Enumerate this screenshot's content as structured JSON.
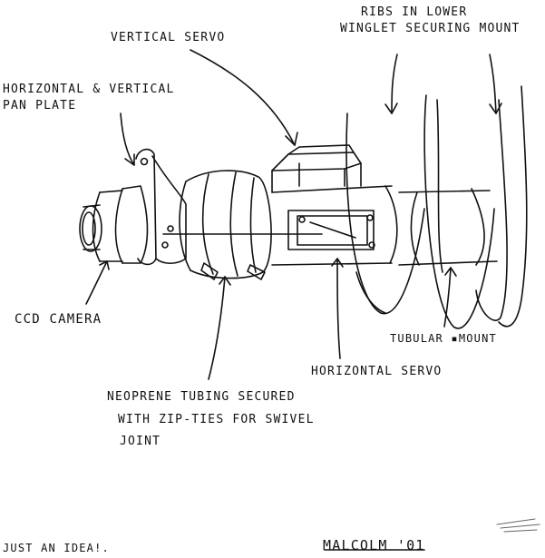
{
  "labels": {
    "ribs_line1": "RIBS IN LOWER",
    "ribs_line2": "WINGLET SECURING MOUNT",
    "vertical_servo": "VERTICAL SERVO",
    "pan_plate_line1": "HORIZONTAL & VERTICAL",
    "pan_plate_line2": "PAN PLATE",
    "ccd_camera": "CCD CAMERA",
    "tubular_mount": "TUBULAR ▪MOUNT",
    "horizontal_servo": "HORIZONTAL SERVO",
    "neoprene_line1": "NEOPRENE TUBING SECURED",
    "neoprene_line2": "WITH ZIP-TIES FOR SWIVEL",
    "neoprene_line3": "JOINT",
    "note": "JUST AN IDEA!.",
    "signature": "MALCOLM '01"
  },
  "colors": {
    "ink": "#111111",
    "paper": "#ffffff"
  }
}
